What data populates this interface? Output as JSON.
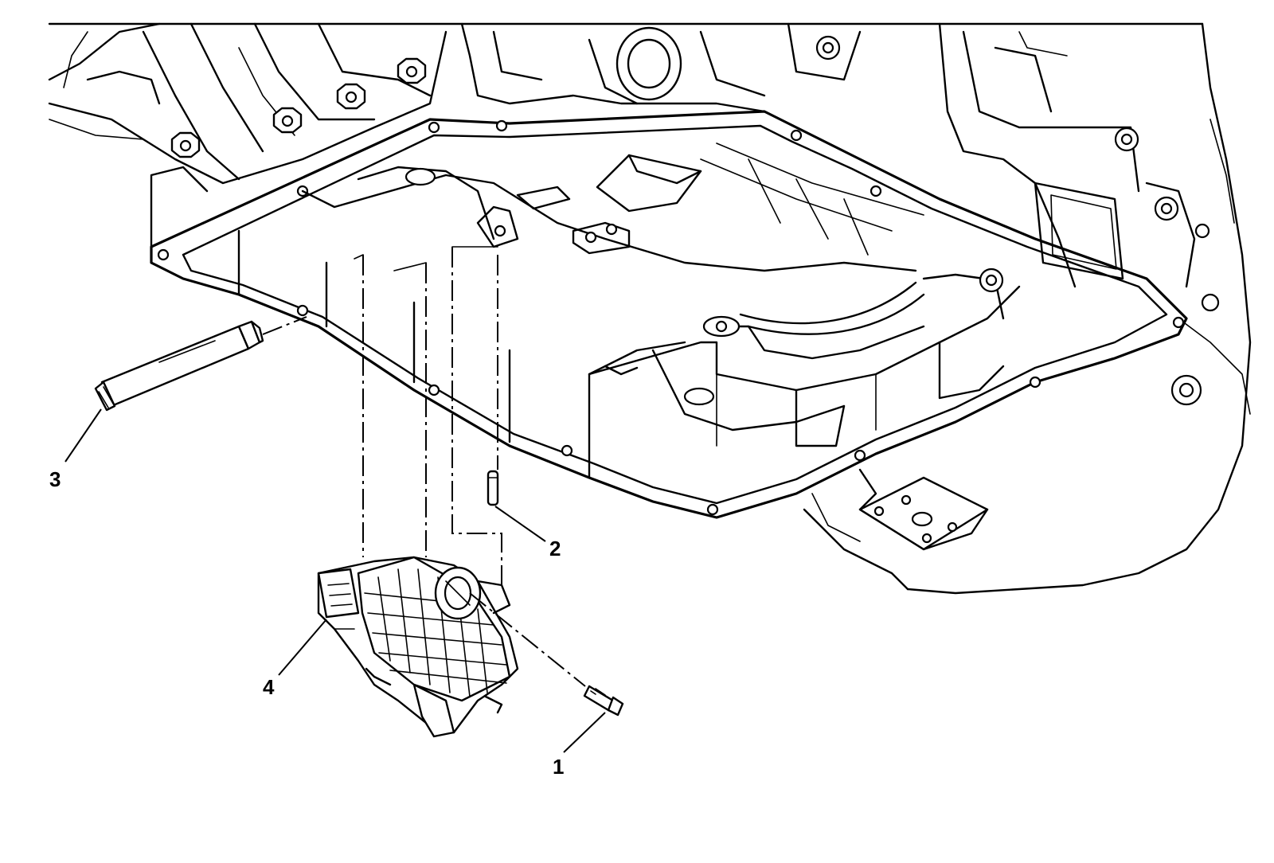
{
  "figure": {
    "callouts": [
      {
        "id": "1",
        "label": "1"
      },
      {
        "id": "2",
        "label": "2"
      },
      {
        "id": "3",
        "label": "3"
      },
      {
        "id": "4",
        "label": "4"
      }
    ],
    "line_color": "#000000",
    "background_color": "#ffffff"
  }
}
